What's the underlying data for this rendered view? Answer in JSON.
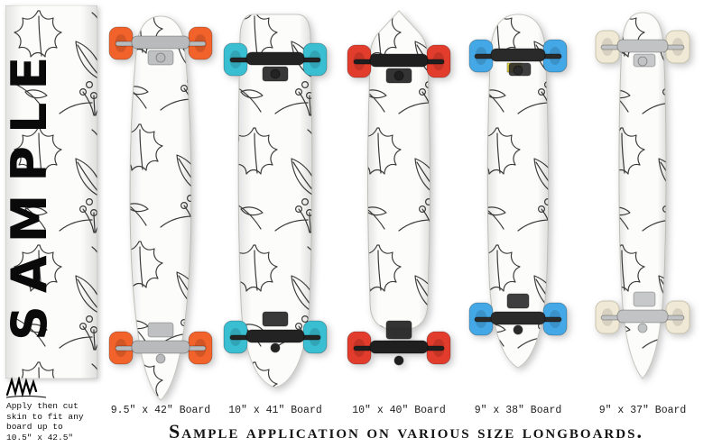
{
  "watermark": "SAMPLE",
  "note_lines": [
    "Apply then cut",
    "skin to fit any",
    "board up to",
    "10.5\" x 42.5\""
  ],
  "boards": [
    {
      "label": "9.5\" x 42\" Board",
      "wheel_color": "#f2622b",
      "truck_color": "#b9babc"
    },
    {
      "label": "10\" x 41\" Board",
      "wheel_color": "#39bed2",
      "truck_color": "#232323"
    },
    {
      "label": "10\" x 40\" Board",
      "wheel_color": "#e23c2c",
      "truck_color": "#1f1f1f"
    },
    {
      "label": "9\" x 38\" Board",
      "wheel_color": "#44a8e6",
      "truck_color": "#2a2a2a"
    },
    {
      "label": "9\" x 37\" Board",
      "wheel_color": "#efe9d6",
      "truck_color": "#c2c3c5"
    }
  ],
  "caption": "Sample application on various size longboards.",
  "colors": {
    "background": "#ffffff",
    "line_art": "#3c3c3c",
    "riser_pad": "#e3d53c"
  }
}
